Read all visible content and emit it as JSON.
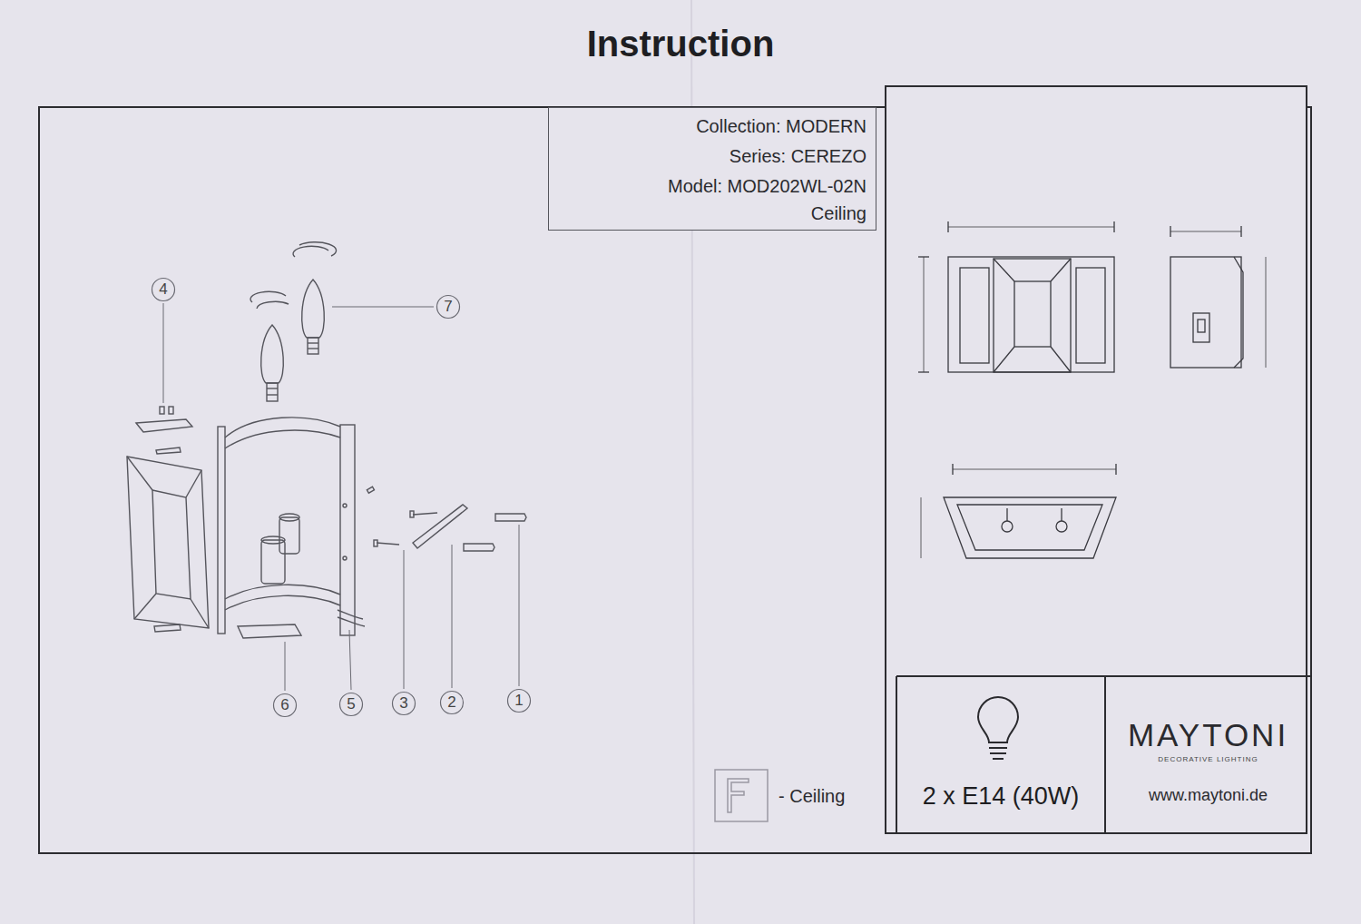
{
  "diagram": {
    "title": "Instruction",
    "nodes": [
      {
        "text": [
          "Collection: MODERN",
          "Series: CEREZO",
          "Model: MOD202WL-02N",
          "Ceiling"
        ]
      },
      {
        "text": [
          "4"
        ]
      },
      {
        "text": [
          "7"
        ]
      },
      {
        "text": [
          "6"
        ]
      },
      {
        "text": [
          "5"
        ]
      },
      {
        "text": [
          "3"
        ]
      },
      {
        "text": [
          "2"
        ]
      },
      {
        "text": [
          "1"
        ]
      },
      {
        "text": [
          "2 x E14 (40W)"
        ]
      },
      {
        "text": [
          "MAYTONI",
          "DECORATIVE LIGHTING",
          "www.maytoni.de"
        ]
      }
    ],
    "edges": [],
    "labels": [
      "- Ceiling"
    ]
  }
}
